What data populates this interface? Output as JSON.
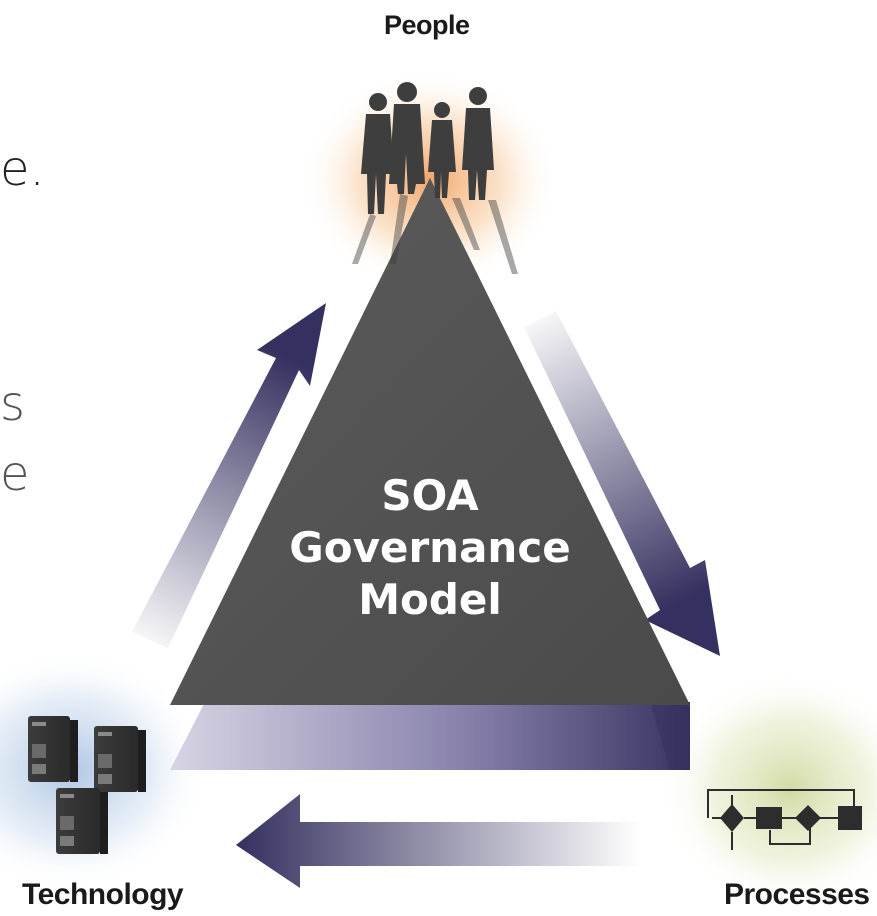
{
  "diagram": {
    "title_lines": [
      "SOA",
      "Governance",
      "Model"
    ],
    "nodes": {
      "top": "People",
      "bottom_left": "Technology",
      "bottom_right": "Processes"
    },
    "cut_off_text": [
      "e.",
      "s",
      "e"
    ],
    "icons": [
      "people-silhouettes-icon",
      "server-towers-icon",
      "process-flowchart-icon"
    ],
    "colors": {
      "triangle": "#545454",
      "arrow_dark": "#3b3868",
      "people_glow": "#f2a868",
      "tech_glow": "#b8cde6",
      "process_glow": "#d6dfb0"
    }
  }
}
